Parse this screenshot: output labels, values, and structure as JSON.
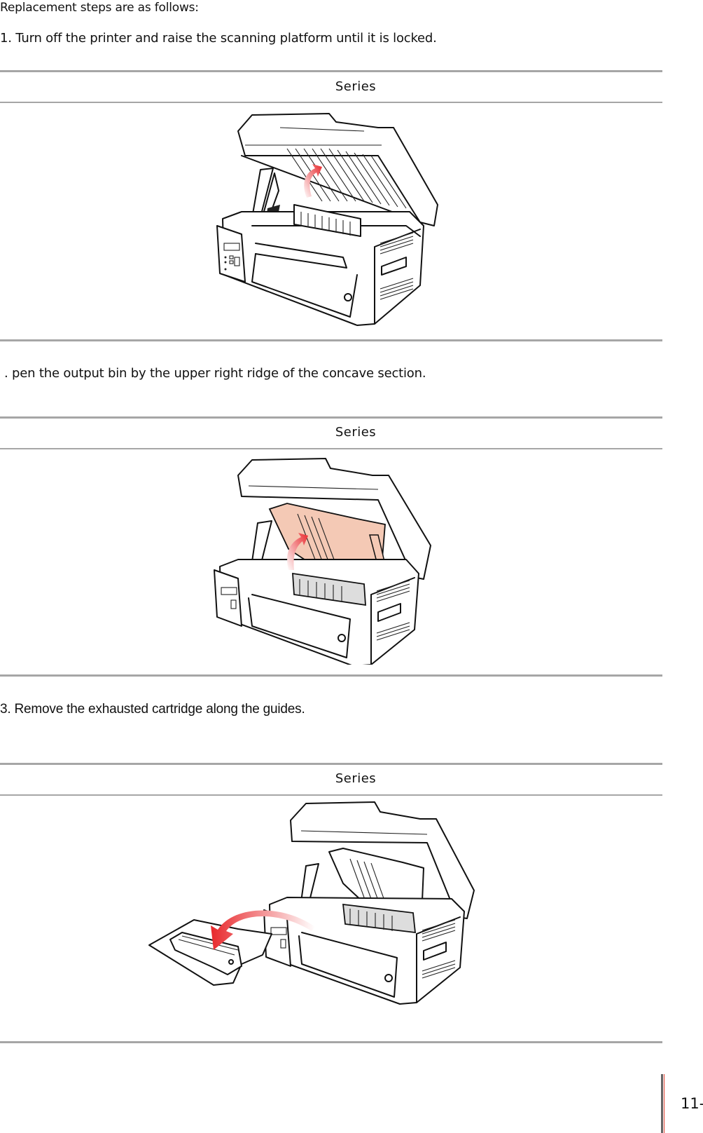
{
  "document": {
    "intro": "Replacement steps are as follows:",
    "steps": [
      {
        "text": "1. Turn off the printer and raise the scanning platform until it is locked.",
        "table_header": "Series",
        "figure": "printer-scanner-raised",
        "arrow_color": "#e8282c"
      },
      {
        "text": ".    pen the output bin by the upper right ridge of the concave section.",
        "table_header": "Series",
        "figure": "printer-output-bin-opened",
        "highlight_color": "#f4c9b5",
        "arrow_color": "#e8282c"
      },
      {
        "text": "3. Remove the exhausted cartridge along the guides.",
        "table_header": "Series",
        "figure": "printer-cartridge-removed",
        "arrow_color": "#e8282c"
      }
    ],
    "footer": {
      "page_number": "11-",
      "accent_color": "#e0412f"
    },
    "rule_color": "#a6a6a6"
  }
}
